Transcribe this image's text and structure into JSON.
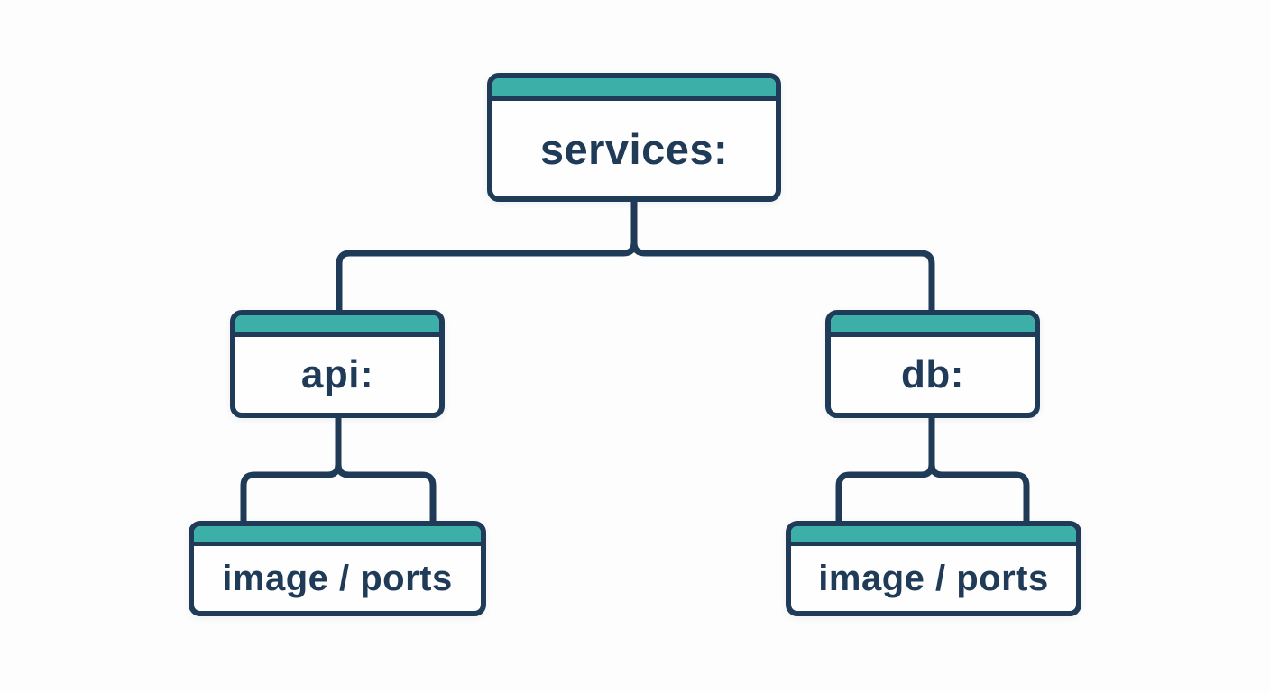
{
  "diagram": {
    "type": "tree",
    "nodes": [
      {
        "id": "services",
        "label": "services:"
      },
      {
        "id": "api",
        "label": "api:"
      },
      {
        "id": "db",
        "label": "db:"
      },
      {
        "id": "api-detail",
        "label": "image / ports"
      },
      {
        "id": "db-detail",
        "label": "image / ports"
      }
    ],
    "edges": [
      {
        "from": "services",
        "to": "api"
      },
      {
        "from": "services",
        "to": "db"
      },
      {
        "from": "api",
        "to": "api-detail"
      },
      {
        "from": "db",
        "to": "db-detail"
      }
    ],
    "colors": {
      "line_navy": "#1f3b58",
      "accent_teal": "#3cafa9",
      "background": "#fdfdfd",
      "box_fill": "#fefefe"
    }
  }
}
